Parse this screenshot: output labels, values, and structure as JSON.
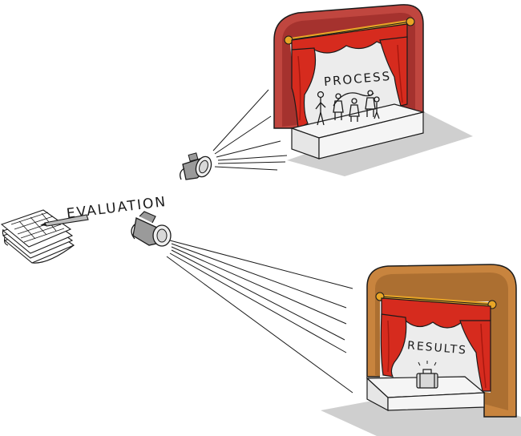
{
  "labels": {
    "evaluation": "EVALUATION",
    "process": "PROCESS",
    "results": "RESULTS"
  },
  "colors": {
    "curtain_red": "#d62b1e",
    "curtain_red_dark": "#a8180f",
    "rod_gold": "#e8a526",
    "stage_white": "#f5f5f5",
    "stage_shadow": "#cfcfcf",
    "process_frame": "#c0463f",
    "process_frame_dark": "#8e2320",
    "results_frame": "#c8843e",
    "results_frame_dark": "#8a5622",
    "spotlight_body": "#9a9a9a",
    "outline": "#1a1a1a"
  },
  "icons": [
    "document-stack-icon",
    "pen-icon",
    "spotlight-icon",
    "stage-icon",
    "people-icon",
    "suitcase-icon"
  ]
}
